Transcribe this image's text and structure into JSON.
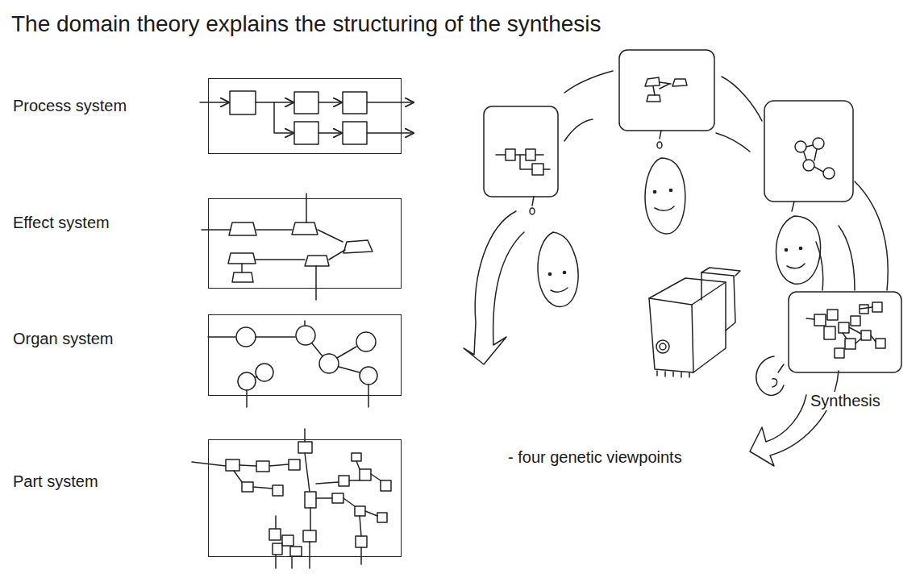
{
  "diagram": {
    "title": "The domain theory explains the structuring of the synthesis",
    "nodes": [
      {
        "text": [
          "Process system"
        ]
      },
      {
        "text": [
          "Effect system"
        ]
      },
      {
        "text": [
          "Organ system"
        ]
      },
      {
        "text": [
          "Part system"
        ]
      }
    ],
    "labels": [
      "Synthesis",
      "- four genetic viewpoints"
    ]
  }
}
